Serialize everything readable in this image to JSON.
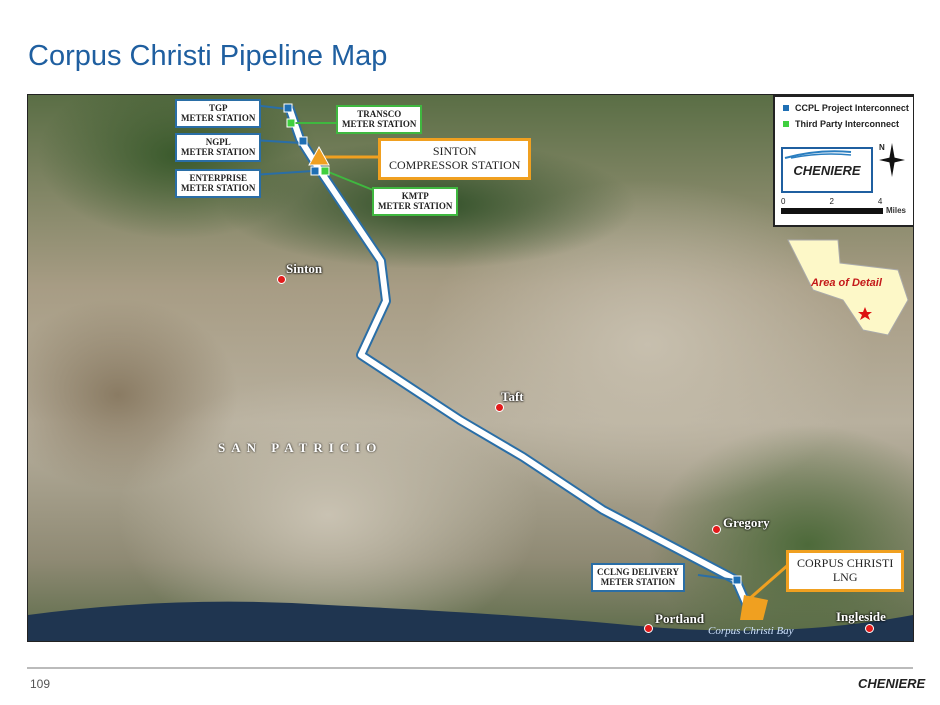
{
  "title": "Corpus Christi Pipeline Map",
  "page_number": "109",
  "footer_logo": "CHENIERE",
  "colors": {
    "title": "#1f5fa0",
    "ccpl": "#1f6fb4",
    "third_party": "#3fcf3f",
    "station": "#f0a020",
    "pipeline": "#ffffff"
  },
  "legend": {
    "items": [
      {
        "label": "CCPL Project Interconnect",
        "color": "#1f6fb4"
      },
      {
        "label": "Third Party Interconnect",
        "color": "#3fcf3f"
      }
    ],
    "logo": "CHENIERE",
    "north": "N",
    "scale": {
      "ticks": [
        "0",
        "2",
        "4"
      ],
      "unit": "Miles"
    }
  },
  "inset": {
    "label": "Area of Detail"
  },
  "callouts": {
    "tgp": [
      "TGP",
      "METER STATION"
    ],
    "transco": [
      "TRANSCO",
      "METER STATION"
    ],
    "ngpl": [
      "NGPL",
      "METER STATION"
    ],
    "enterprise": [
      "ENTERPRISE",
      "METER STATION"
    ],
    "kmtp": [
      "KMTP",
      "METER STATION"
    ],
    "sinton": [
      "SINTON",
      "COMPRESSOR STATION"
    ],
    "cclng": [
      "CCLNG DELIVERY",
      "METER STATION"
    ],
    "lng": [
      "CORPUS CHRISTI",
      "LNG"
    ]
  },
  "cities": {
    "sinton": "Sinton",
    "taft": "Taft",
    "gregory": "Gregory",
    "portland": "Portland",
    "ingleside": "Ingleside"
  },
  "county": "SAN PATRICIO",
  "bay": "Corpus Christi Bay"
}
